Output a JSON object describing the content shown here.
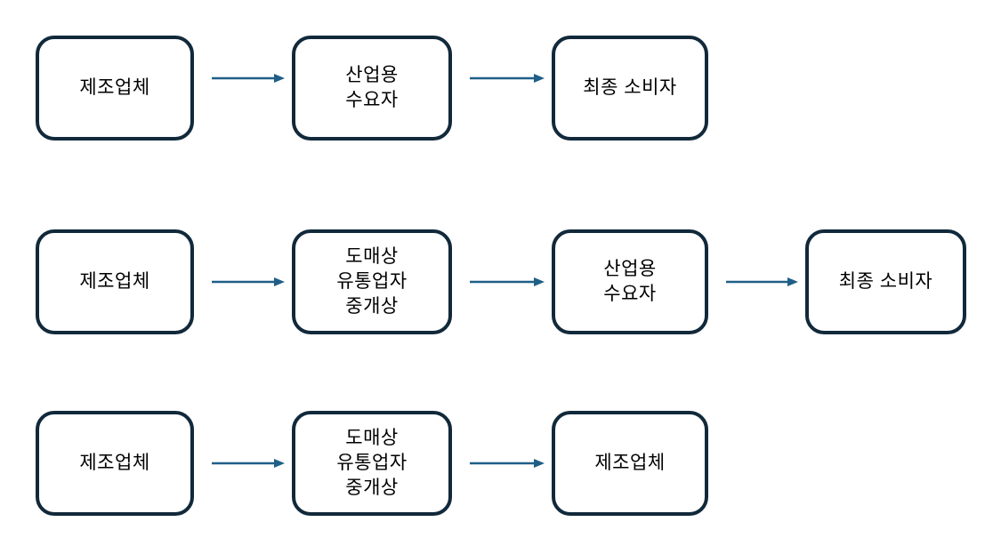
{
  "diagram": {
    "background": "#ffffff",
    "colors": {
      "node_border": "#11293a",
      "node_fill": "#ffffff",
      "arrow": "#1f5f87",
      "text": "#000000"
    },
    "rows": [
      {
        "name": "channel-row-1",
        "nodes": [
          {
            "lines": [
              "제조업체"
            ]
          },
          {
            "lines": [
              "산업용",
              "수요자"
            ]
          },
          {
            "lines": [
              "최종 소비자"
            ]
          }
        ]
      },
      {
        "name": "channel-row-2",
        "nodes": [
          {
            "lines": [
              "제조업체"
            ]
          },
          {
            "lines": [
              "도매상",
              "유통업자",
              "중개상"
            ]
          },
          {
            "lines": [
              "산업용",
              "수요자"
            ]
          },
          {
            "lines": [
              "최종 소비자"
            ]
          }
        ]
      },
      {
        "name": "channel-row-3",
        "nodes": [
          {
            "lines": [
              "제조업체"
            ]
          },
          {
            "lines": [
              "도매상",
              "유통업자",
              "중개상"
            ]
          },
          {
            "lines": [
              "제조업체"
            ]
          }
        ]
      }
    ]
  }
}
